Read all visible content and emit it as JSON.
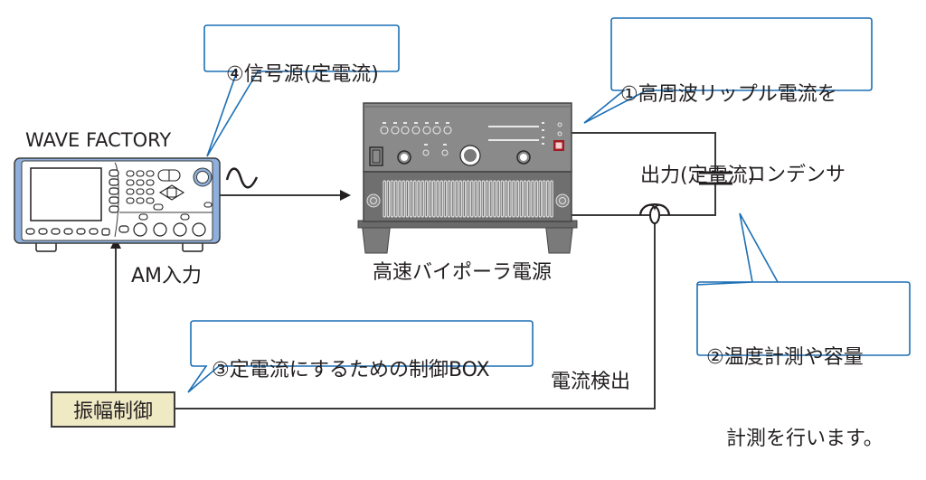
{
  "colors": {
    "callout_border": "#1b6fb5",
    "wire": "#3a3a3a",
    "generator_accent": "#8fb0dc",
    "psu_body": "#8a8a8a",
    "psu_dark": "#5e5e5e",
    "control_box_fill": "#efe9c4",
    "indicator_red": "#a01c24"
  },
  "devices": {
    "signal_generator": {
      "name": "WAVE FACTORY"
    },
    "power_supply": {
      "name": "高速バイポーラ電源"
    },
    "capacitor": {
      "name": "コンデンサ"
    },
    "control_box": {
      "name": "振幅制御"
    }
  },
  "signals": {
    "am_input": "AM入力",
    "current_detection": "電流検出",
    "waveform_icon": "sine-wave"
  },
  "callouts": [
    {
      "id": 1,
      "lines": [
        "①高周波リップル電流を",
        "　出力(定電流)"
      ]
    },
    {
      "id": 2,
      "lines": [
        "②温度計測や容量",
        "　計測を行います。"
      ]
    },
    {
      "id": 3,
      "lines": [
        "③定電流にするための制御BOX"
      ]
    },
    {
      "id": 4,
      "lines": [
        "④信号源(定電流)"
      ]
    }
  ]
}
